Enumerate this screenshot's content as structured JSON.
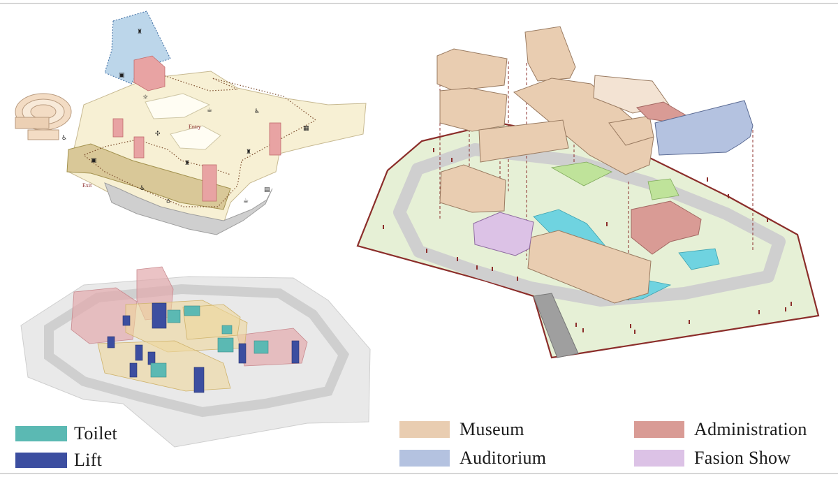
{
  "legend_left": [
    {
      "label": "Toilet",
      "color": "#5bb9b3"
    },
    {
      "label": "Lift",
      "color": "#3c4ea0"
    }
  ],
  "legend_right": [
    {
      "label": "Museum",
      "color": "#e9cdb1"
    },
    {
      "label": "Administration",
      "color": "#d99b95"
    },
    {
      "label": "Auditorium",
      "color": "#b4c2e0"
    },
    {
      "label": "Fasion Show",
      "color": "#dcc2e6"
    }
  ],
  "floor_plan_labels": {
    "entry": "Entry",
    "exit": "Exit"
  },
  "colors": {
    "site_green": "#e6f0d6",
    "site_border": "#8b2d2a",
    "path_gray": "#c9c9c9",
    "water": "#6fd3e0",
    "museum": "#e9cdb1",
    "administration": "#d99b95",
    "auditorium": "#b4c2e0",
    "fashion_show": "#dcc2e6",
    "toilet": "#5bb9b3",
    "lift": "#3c4ea0"
  }
}
